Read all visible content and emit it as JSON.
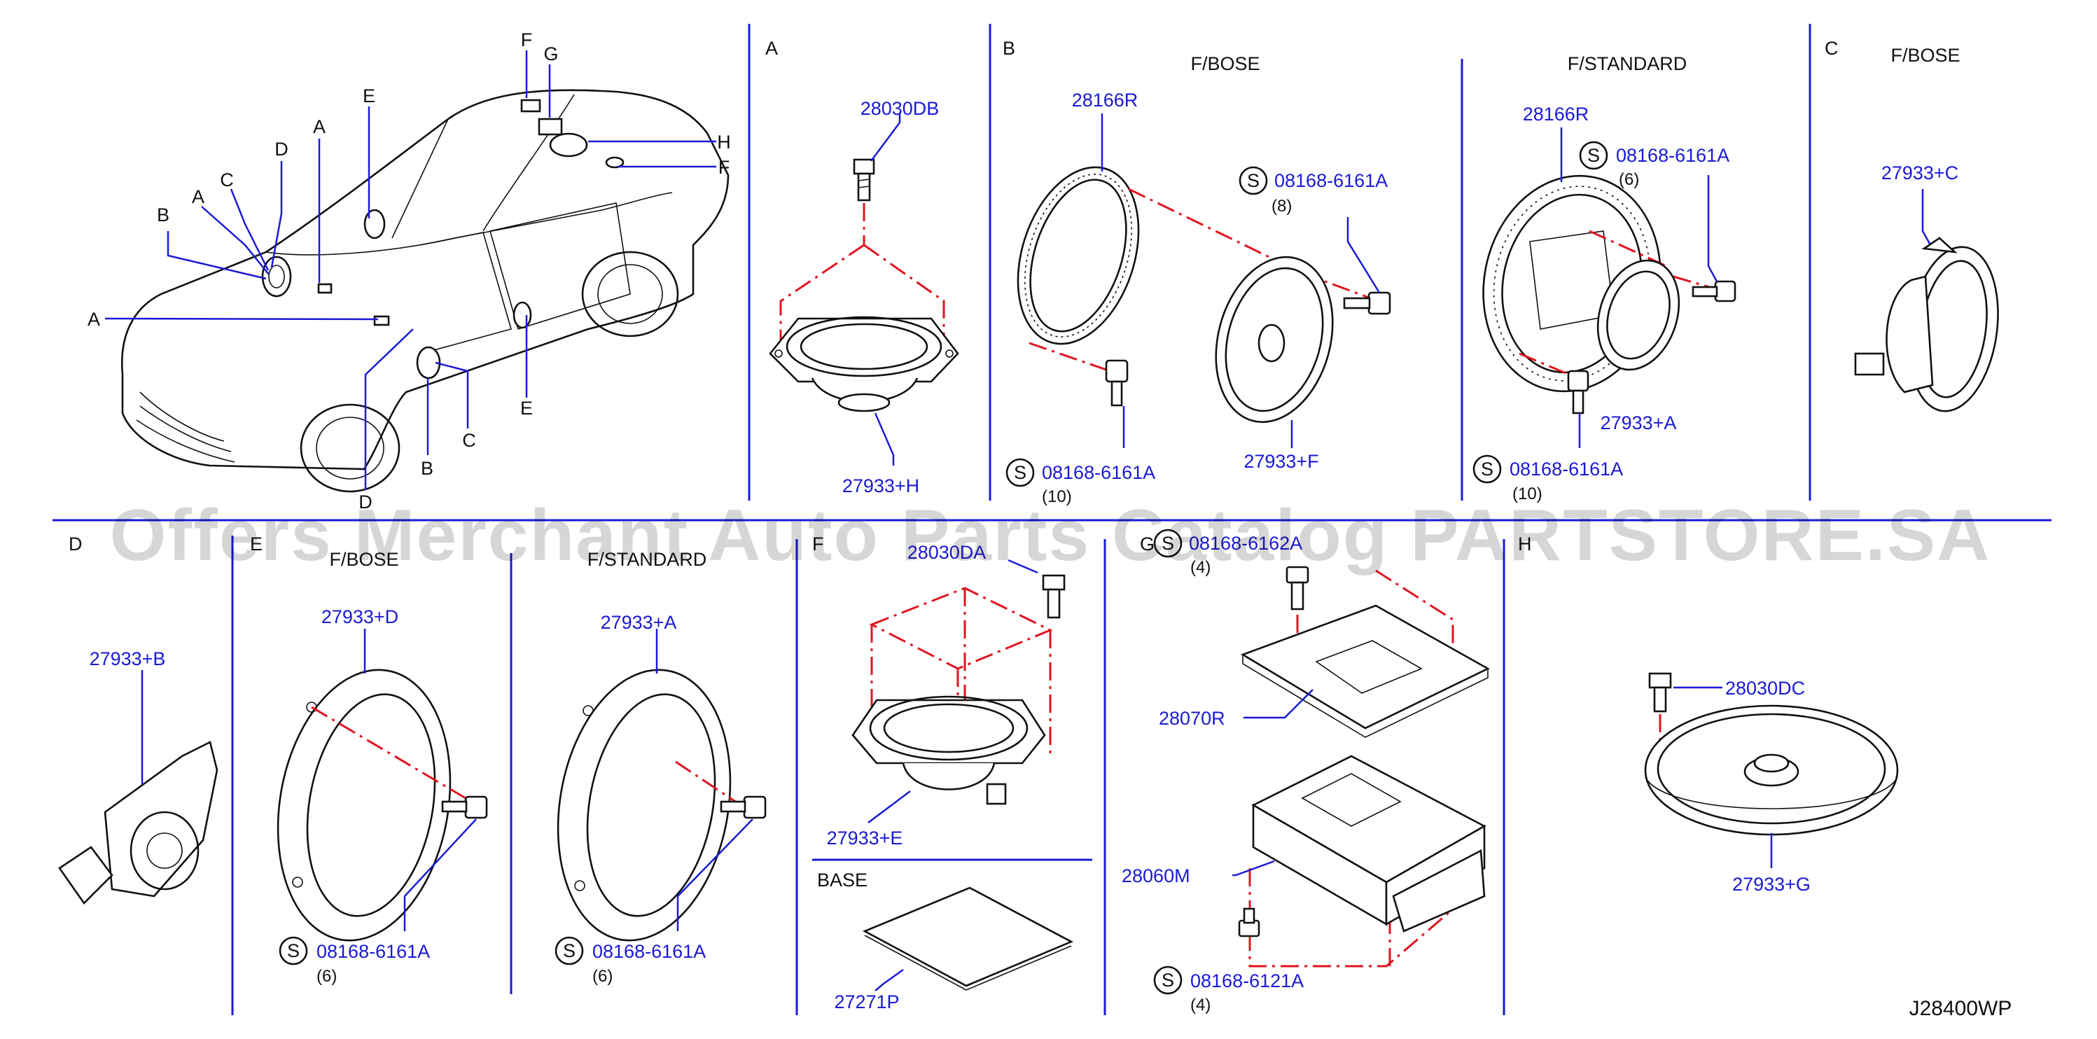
{
  "diagram_id": "J28400WP",
  "watermark": "Offers Merchant Auto Parts Catalog PARTSTORE.SA",
  "vehicle_callouts": {
    "F_top": "F",
    "G": "G",
    "E_top": "E",
    "A_top": "A",
    "D_left": "D",
    "C_left": "C",
    "A_left": "A",
    "B_left": "B",
    "A_low": "A",
    "H": "H",
    "F_right": "F",
    "E_bottom": "E",
    "C_bottom": "C",
    "B_bottom": "B",
    "D_bottom": "D"
  },
  "section_A": {
    "letter": "A",
    "parts": {
      "bolt": "28030DB",
      "speaker": "27933+H"
    }
  },
  "section_B": {
    "letter": "B",
    "bose": {
      "title": "F/BOSE",
      "ring": "28166R",
      "screw_top": "08168-6161A",
      "screw_top_qty": "(8)",
      "screw_bottom": "08168-6161A",
      "screw_bottom_qty": "(10)",
      "speaker": "27933+F"
    },
    "standard": {
      "title": "F/STANDARD",
      "ring": "28166R",
      "screw_top": "08168-6161A",
      "screw_top_qty": "(6)",
      "speaker": "27933+A",
      "screw_bottom": "08168-6161A",
      "screw_bottom_qty": "(10)"
    }
  },
  "section_C": {
    "letter": "C",
    "title": "F/BOSE",
    "speaker": "27933+C"
  },
  "section_D": {
    "letter": "D",
    "speaker": "27933+B"
  },
  "section_E": {
    "letter": "E",
    "bose": {
      "title": "F/BOSE",
      "speaker": "27933+D",
      "screw": "08168-6161A",
      "qty": "(6)"
    },
    "standard": {
      "title": "F/STANDARD",
      "speaker": "27933+A",
      "screw": "08168-6161A",
      "qty": "(6)"
    }
  },
  "section_F": {
    "letter": "F",
    "bolt": "28030DA",
    "speaker": "27933+E",
    "base_title": "BASE",
    "base_part": "27271P"
  },
  "section_G": {
    "letter": "G",
    "screw_top": "08168-6162A",
    "screw_top_qty": "(4)",
    "bracket": "28070R",
    "amp": "28060M",
    "screw_bottom": "08168-6121A",
    "screw_bottom_qty": "(4)"
  },
  "section_H": {
    "letter": "H",
    "bolt": "28030DC",
    "speaker": "27933+G"
  },
  "s_mark": "S"
}
